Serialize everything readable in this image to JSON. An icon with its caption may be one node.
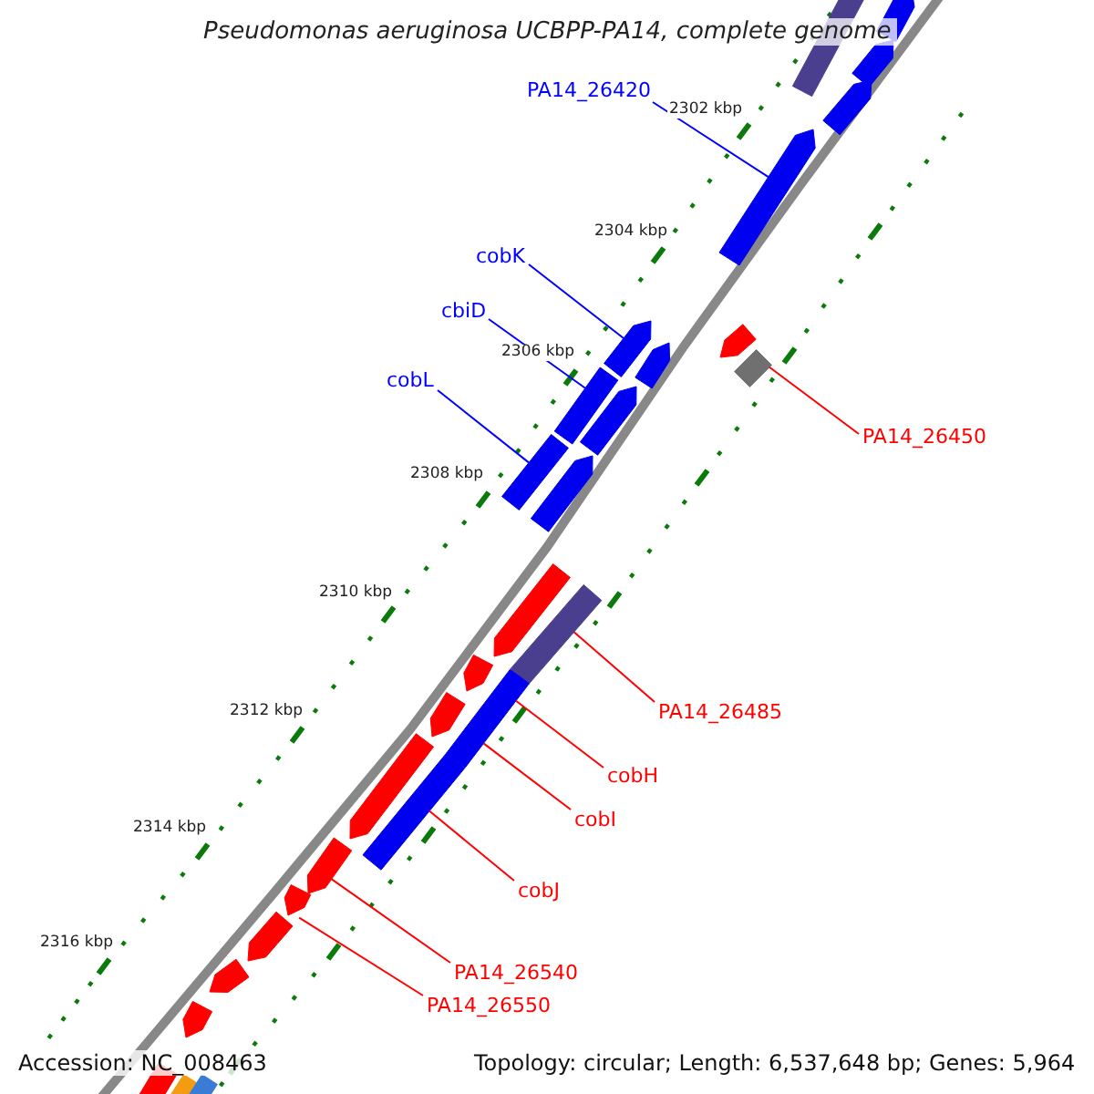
{
  "diagram": {
    "title": "Pseudomonas aeruginosa UCBPP-PA14, complete genome",
    "nodes": [
      {
        "text": [
          "PA14_26420"
        ]
      },
      {
        "text": [
          "cobK"
        ]
      },
      {
        "text": [
          "cbiD"
        ]
      },
      {
        "text": [
          "cobL"
        ]
      },
      {
        "text": [
          "PA14_26450"
        ]
      },
      {
        "text": [
          "PA14_26485"
        ]
      },
      {
        "text": [
          "cobH"
        ]
      },
      {
        "text": [
          "cobI"
        ]
      },
      {
        "text": [
          "cobJ"
        ]
      },
      {
        "text": [
          "PA14_26540"
        ]
      },
      {
        "text": [
          "PA14_26550"
        ]
      },
      {
        "text": [],
        "shape": "bar"
      },
      {
        "text": [],
        "shape": "bar"
      },
      {
        "text": [],
        "shape": "bar"
      },
      {
        "text": [],
        "shape": "bar"
      },
      {
        "text": [],
        "shape": "bar"
      },
      {
        "text": [],
        "shape": "bar"
      },
      {
        "text": [],
        "shape": "bar"
      },
      {
        "text": [],
        "shape": "bar"
      },
      {
        "text": [],
        "shape": "bar"
      },
      {
        "text": [],
        "shape": "bar"
      },
      {
        "text": [],
        "shape": "bar"
      },
      {
        "text": [],
        "shape": "bar"
      },
      {
        "text": [],
        "shape": "bar"
      },
      {
        "text": [],
        "shape": "bar"
      },
      {
        "text": [],
        "shape": "bar"
      },
      {
        "text": [],
        "shape": "bar"
      },
      {
        "text": [],
        "shape": "bar"
      },
      {
        "text": [],
        "shape": "bar"
      },
      {
        "text": [],
        "shape": "bar"
      },
      {
        "text": [],
        "shape": "bar"
      },
      {
        "text": [],
        "shape": "bar"
      },
      {
        "text": [],
        "shape": "bar"
      },
      {
        "text": [],
        "shape": "bar"
      },
      {
        "text": [],
        "shape": "bar"
      },
      {
        "text": [],
        "shape": "bar"
      },
      {
        "text": [],
        "shape": "bar"
      },
      {
        "text": [],
        "shape": "bar"
      },
      {
        "text": [],
        "shape": "bar"
      },
      {
        "text": [],
        "shape": "bar"
      }
    ],
    "edges": [
      {
        "from": 0,
        "to": 15,
        "arrow": "none",
        "color": "#0000ff"
      },
      {
        "from": 1,
        "to": 16,
        "arrow": "none",
        "color": "#0000ff"
      },
      {
        "from": 2,
        "to": 20,
        "arrow": "none",
        "color": "#0000ff"
      },
      {
        "from": 3,
        "to": 22,
        "arrow": "none",
        "color": "#0000ff"
      },
      {
        "from": 4,
        "to": 19,
        "arrow": "none"
      },
      {
        "from": 5,
        "to": 25,
        "arrow": "none"
      },
      {
        "from": 6,
        "to": 27,
        "arrow": "none"
      },
      {
        "from": 7,
        "to": 29,
        "arrow": "none"
      },
      {
        "from": 8,
        "to": 31,
        "arrow": "none"
      },
      {
        "from": 9,
        "to": 32,
        "arrow": "none"
      },
      {
        "from": 10,
        "to": 33,
        "arrow": "none"
      }
    ],
    "labels": [
      "2302 kbp",
      "2304 kbp",
      "2306 kbp",
      "2308 kbp",
      "2310 kbp",
      "2312 kbp",
      "2314 kbp",
      "2316 kbp",
      "Accession: NC_008463",
      "Topology: circular; Length: 6,537,648 bp; Genes: 5,964"
    ]
  }
}
